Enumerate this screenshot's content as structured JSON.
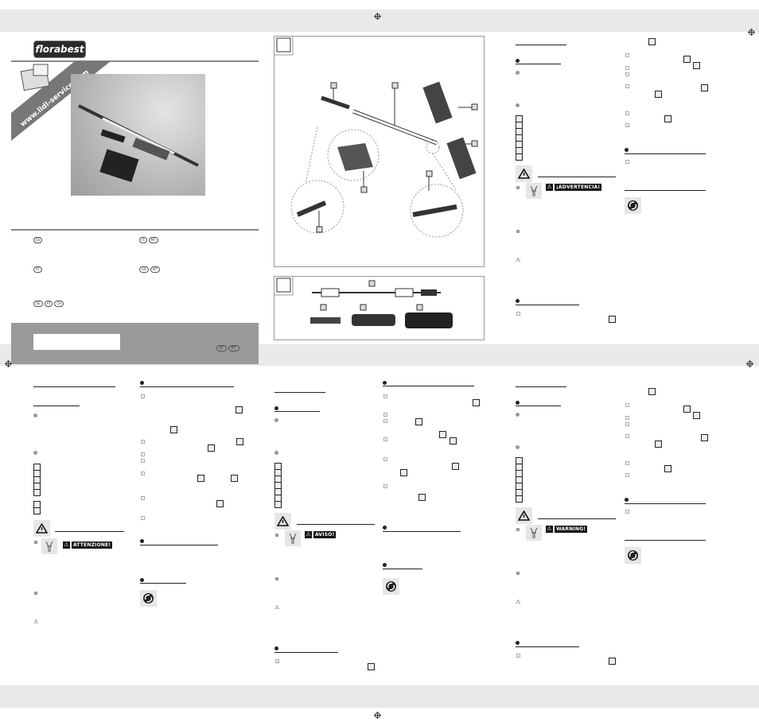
{
  "cover": {
    "brand": "florabest",
    "website": "www.lidl-service.com",
    "languages": [
      {
        "codes": [
          "ES"
        ]
      },
      {
        "codes": [
          "IT",
          "MT"
        ]
      },
      {
        "codes": [
          "PT"
        ]
      },
      {
        "codes": [
          "GB",
          "MT"
        ]
      },
      {
        "codes": [
          "DE",
          "AT",
          "CH"
        ]
      }
    ],
    "footer_codes": [
      "IT",
      "PT"
    ]
  },
  "sections": {
    "es": {
      "warning": "¡ADVERTENCIA!"
    },
    "it": {
      "warning": "ATTENZIONE!"
    },
    "pt": {
      "warning": "AVISO!"
    },
    "gb": {
      "warning": "WARNING!"
    }
  },
  "colors": {
    "strip": "#e9e9e9",
    "cover_footer": "#9a9a9a",
    "ink": "#222222"
  }
}
